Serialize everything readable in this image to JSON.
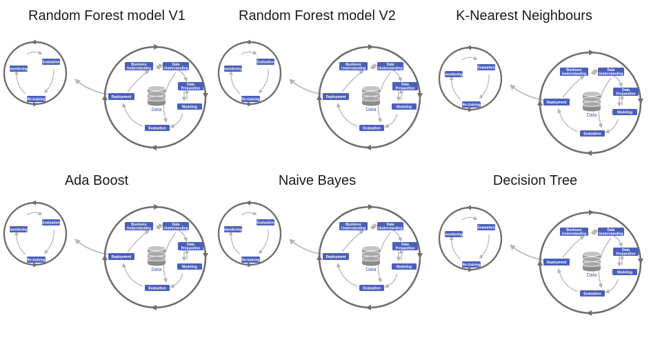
{
  "panels": [
    {
      "title": "Random Forest model V1"
    },
    {
      "title": "Random Forest model V2"
    },
    {
      "title": "K-Nearest Neighbours"
    },
    {
      "title": "Ada Boost"
    },
    {
      "title": "Naive Bayes"
    },
    {
      "title": "Decision Tree"
    }
  ],
  "small_cycle": {
    "monitoring": "monitoring",
    "evaluation": "Evaluation",
    "retraining": "Re-training"
  },
  "big_cycle": {
    "business_1": "Business",
    "business_2": "Understanding",
    "data_und_1": "Data",
    "data_und_2": "Understanding",
    "data_prep_1": "Data",
    "data_prep_2": "Preparation",
    "modeling": "Modeling",
    "evaluation": "Evaluation",
    "deployment": "Deployment",
    "data": "Data"
  },
  "colors": {
    "box": "#4a5fbd",
    "ring": "#6e6e6e",
    "arrow": "#b4b4b4",
    "title": "#1a1a1a"
  }
}
